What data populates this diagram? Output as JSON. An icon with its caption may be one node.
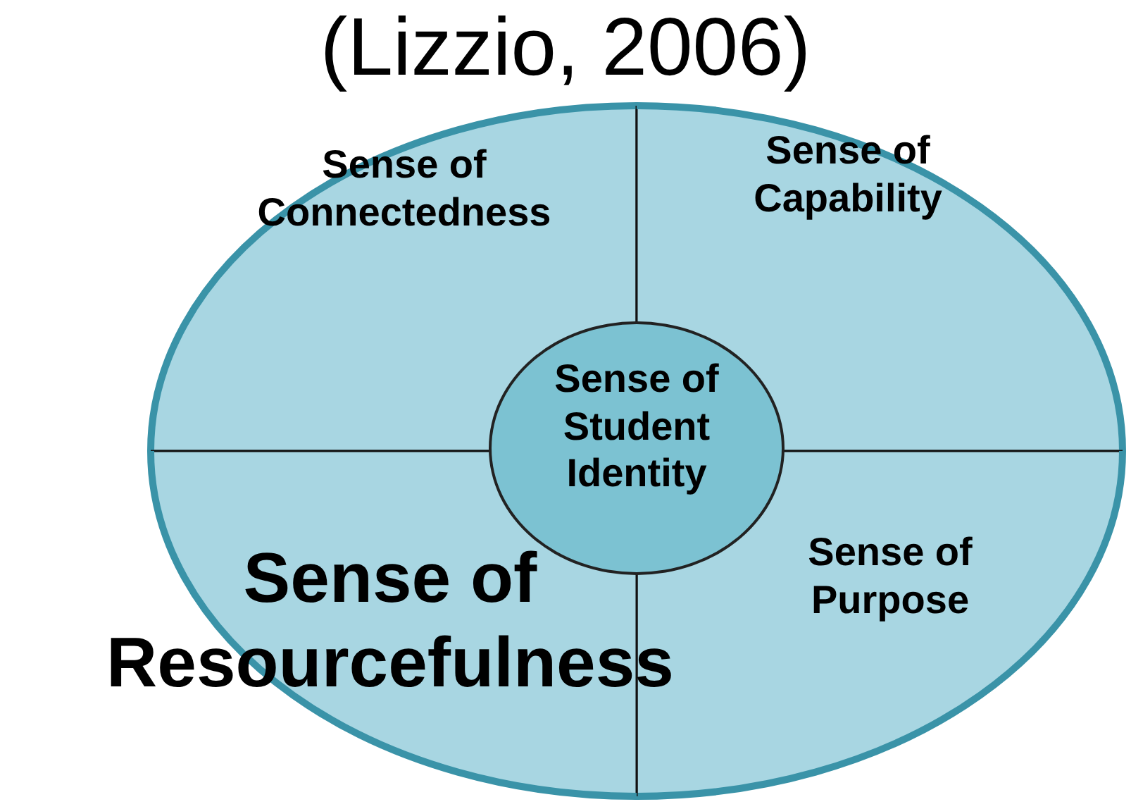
{
  "diagram": {
    "title": "(Lizzio, 2006)",
    "nodes": [
      {
        "text": [
          "Sense of Connectedness"
        ]
      },
      {
        "text": [
          "Sense of Capability"
        ]
      },
      {
        "text": [
          "Sense of Student Identity"
        ]
      },
      {
        "text": [
          "Sense of Resourcefulness"
        ]
      },
      {
        "text": [
          "Sense of Purpose"
        ]
      }
    ]
  }
}
